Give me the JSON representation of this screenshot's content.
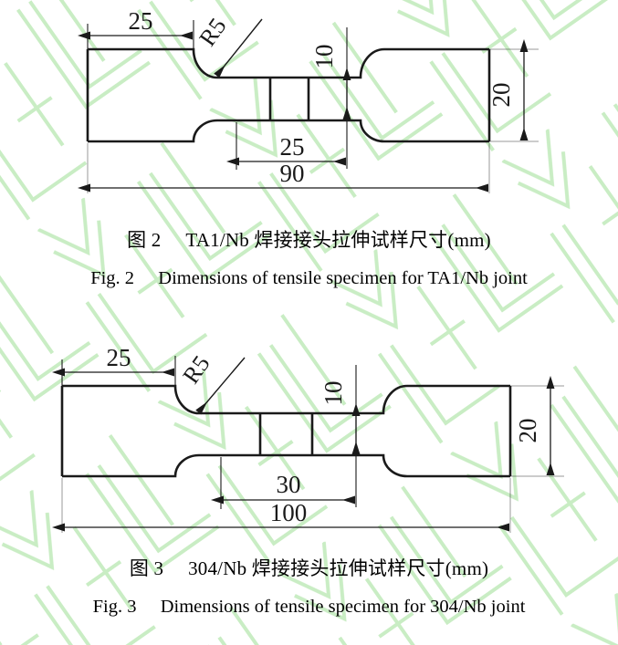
{
  "page": {
    "background_color": "#ffffff",
    "line_color": "#1a1a1a",
    "watermark_color": "#c9edc4"
  },
  "figures": [
    {
      "id": "fig2",
      "specimen": "TA1/Nb",
      "caption_cn_label": "图 2",
      "caption_cn_text": "TA1/Nb 焊接接头拉伸试样尺寸(mm)",
      "caption_en_label": "Fig. 2",
      "caption_en_text": "Dimensions of tensile specimen for TA1/Nb joint",
      "dimensions": {
        "grip_length": "25",
        "fillet_radius": "R5",
        "gauge_width": "10",
        "grip_width": "20",
        "weld_zone_length": "25",
        "total_length": "90"
      }
    },
    {
      "id": "fig3",
      "specimen": "304/Nb",
      "caption_cn_label": "图 3",
      "caption_cn_text": "304/Nb 焊接接头拉伸试样尺寸(mm)",
      "caption_en_label": "Fig. 3",
      "caption_en_text": "Dimensions of tensile specimen for 304/Nb joint",
      "dimensions": {
        "grip_length": "25",
        "fillet_radius": "R5",
        "gauge_width": "10",
        "grip_width": "20",
        "weld_zone_length": "30",
        "total_length": "100"
      }
    }
  ]
}
